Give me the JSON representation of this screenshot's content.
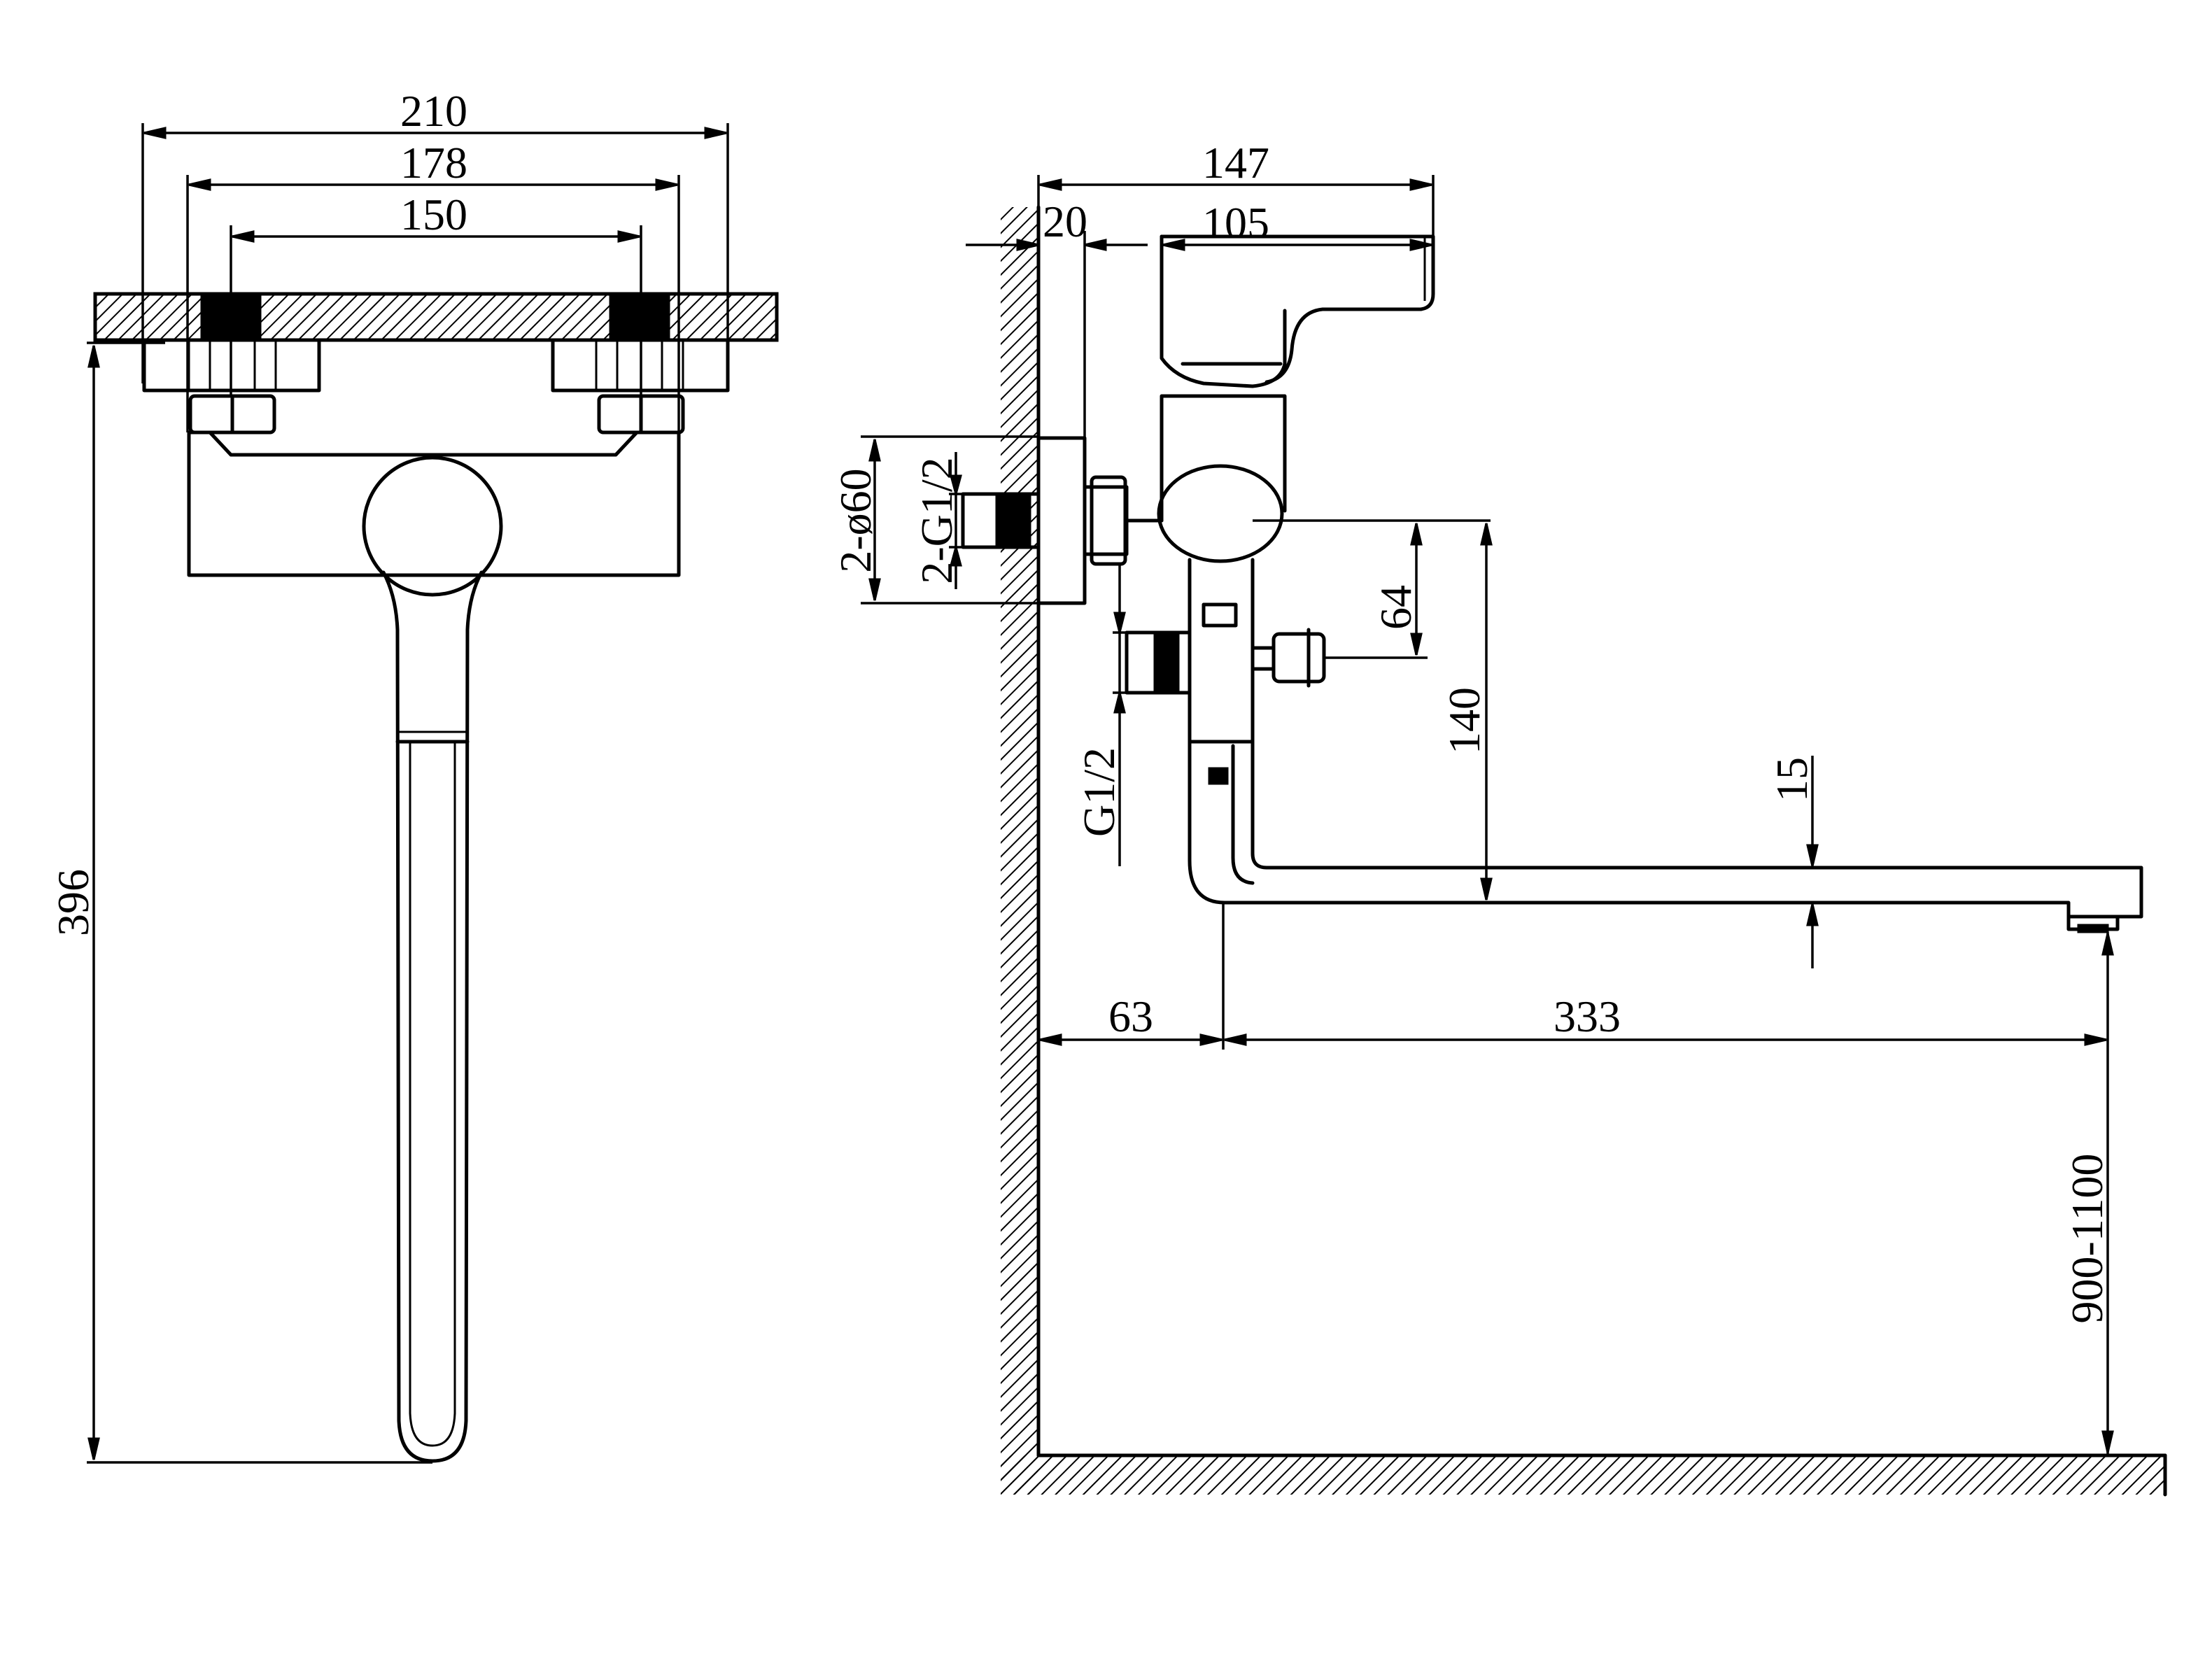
{
  "front_view": {
    "dim_overall_width": "210",
    "dim_inner_width": "178",
    "dim_inlet_spacing": "150",
    "dim_height": "396"
  },
  "side_view": {
    "dim_depth_total": "147",
    "dim_wall_offset": "20",
    "dim_body_depth": "105",
    "dim_flange_diameter": "2-ø60",
    "dim_inlet_thread": "2-G1/2",
    "dim_diverter_height": "64",
    "dim_spout_drop": "140",
    "dim_spout_thickness": "15",
    "dim_outlet_thread": "G1/2",
    "dim_spout_offset": "63",
    "dim_spout_reach": "333",
    "dim_install_height": "900-1100"
  }
}
